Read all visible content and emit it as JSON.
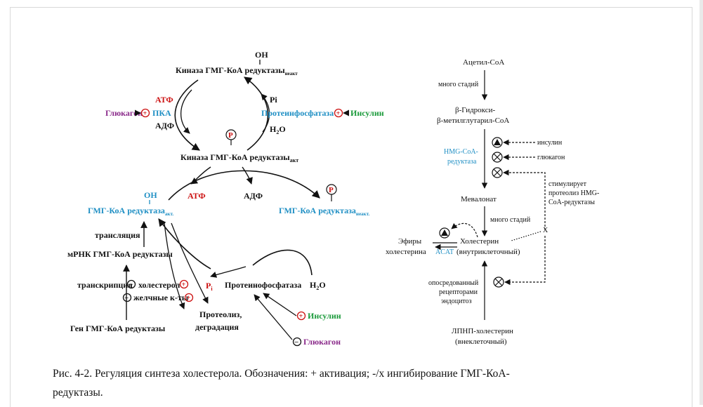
{
  "colors": {
    "red": "#cc1111",
    "blue": "#1f8fc4",
    "green": "#1a9a3a",
    "purple": "#8a2a8a",
    "black": "#111111"
  },
  "left": {
    "oh_top": "ОН",
    "kinase_inactive": "Киназа ГМГ-КоА редуктазы",
    "kinase_inactive_sub": "неакт",
    "atf_top": "АТФ",
    "glucagon_top": "Глюкагон",
    "pka": "ПКА",
    "adf_top": "АДФ",
    "pi_top": "Pi",
    "proteinphosphatase_top": "Протеинфосфатаза",
    "insulin_top": "Инсулин",
    "h2o_top": "H",
    "h2o_top_sub": "2",
    "h2o_top_o": "O",
    "p_symbol": "P",
    "kinase_active": "Киназа ГМГ-КоА редуктазы",
    "kinase_active_sub": "акт",
    "oh_mid": "ОН",
    "atf_mid": "АТФ",
    "adf_mid": "АДФ",
    "hmgcoa_active": "ГМГ-КоА редуктаза",
    "hmgcoa_active_sub": "акт.",
    "hmgcoa_inactive": "ГМГ-КоА редуктаза",
    "hmgcoa_inactive_sub": "неакт.",
    "translation": "трансляция",
    "mrna": "мРНК  ГМГ-КоА редуктазы",
    "transcription": "транскрипция",
    "cholesterol": "холестерол",
    "bile_acids": "желчные к-ты",
    "pi_bottom": "P",
    "pi_bottom_sub": "i",
    "proteinphosphatase_bottom": "Протеинофосфатаза",
    "h2o_bottom": "H",
    "h2o_bottom_sub": "2",
    "h2o_bottom_o": "O",
    "proteolysis_1": "Протеолиз,",
    "proteolysis_2": "деградация",
    "insulin_bottom": "Инсулин",
    "glucagon_bottom": "Глюкагон",
    "gene": "Ген ГМГ-КоА редуктазы",
    "plus": "+",
    "minus": "−"
  },
  "right": {
    "acetyl_coa": "Ацетил-CoA",
    "many_stages_1": "много стадий",
    "hmg_1": "β-Гидрокси-",
    "hmg_2": "β-метилглутарил-CoA",
    "hmg_reductase_1": "HMG-CoA-",
    "hmg_reductase_2": "редуктаза",
    "insulin": "инсулин",
    "glucagon": "глюкагон",
    "stimulates_1": "стимулирует",
    "stimulates_2": "протеолиз HMG-",
    "stimulates_3": "CoA-редуктазы",
    "mevalonate": "Мевалонат",
    "many_stages_2": "много стадий",
    "x_mark": "X",
    "esters_1": "Эфиры",
    "esters_2": "холестерина",
    "acat": "ACAT",
    "cholesterol_1": "Холестерин",
    "cholesterol_2": "(внутриклеточный)",
    "mediated_1": "опосредованный",
    "mediated_2": "рецепторами",
    "mediated_3": "эндоцитоз",
    "ldl_1": "ЛПНП-холестерин",
    "ldl_2": "(внеклеточный)"
  },
  "caption": {
    "line1": "Рис. 4-2. Регуляция синтеза холестерола. Обозначения: + активация; -/х ингибирование  ГМГ-КоА-",
    "line2": "редуктазы."
  }
}
